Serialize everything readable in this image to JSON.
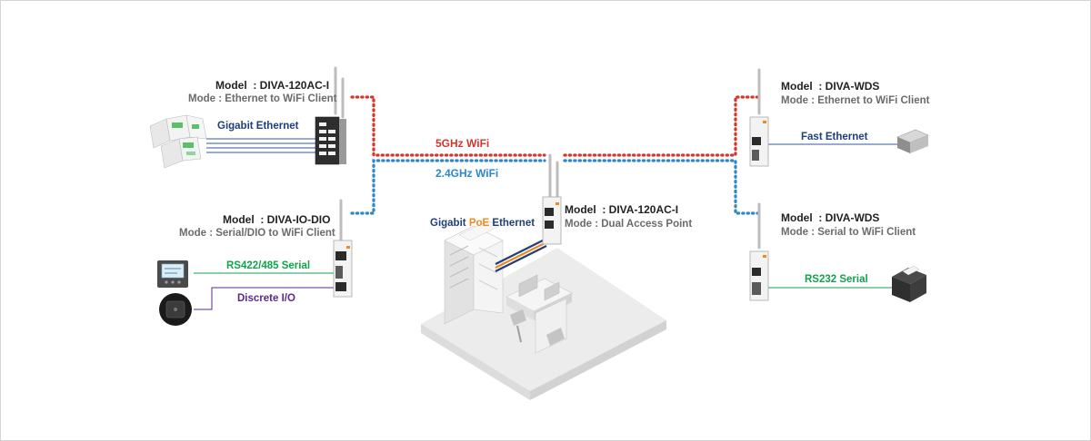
{
  "colors": {
    "wifi5": "#d7342b",
    "wifi24": "#2d87c9",
    "ethernet": "#1f3f7a",
    "serial": "#14a24a",
    "dio": "#5a2a8a",
    "poe": "#f08a1c"
  },
  "icons": [
    "wifi-antenna-icon",
    "industrial-device-icon",
    "switch-icon",
    "power-meter-icon",
    "rocker-switch-icon",
    "ethernet-device-icon",
    "receipt-printer-icon",
    "server-rack-icon",
    "office-desk-icon"
  ],
  "devices": {
    "top_left": {
      "model": "Model  : DIVA-120AC-I",
      "mode": "Mode : Ethernet to WiFi Client"
    },
    "mid_left": {
      "model": "Model  : DIVA-IO-DIO",
      "mode": "Mode : Serial/DIO to WiFi Client"
    },
    "center": {
      "model": "Model  : DIVA-120AC-I",
      "mode": "Mode : Dual Access Point"
    },
    "top_right": {
      "model": "Model  : DIVA-WDS",
      "mode": "Mode : Ethernet to WiFi Client"
    },
    "bottom_right": {
      "model": "Model  : DIVA-WDS",
      "mode": "Mode : Serial to WiFi Client"
    }
  },
  "links": {
    "wifi5": "5GHz WiFi",
    "wifi24": "2.4GHz WiFi",
    "gigabit_ethernet": "Gigabit Ethernet",
    "rs422": "RS422/485 Serial",
    "discrete_io": "Discrete I/O",
    "poe_prefix": "Gigabit",
    "poe_mid": "PoE",
    "poe_suffix": "Ethernet",
    "fast_ethernet": "Fast Ethernet",
    "rs232": "RS232 Serial"
  }
}
